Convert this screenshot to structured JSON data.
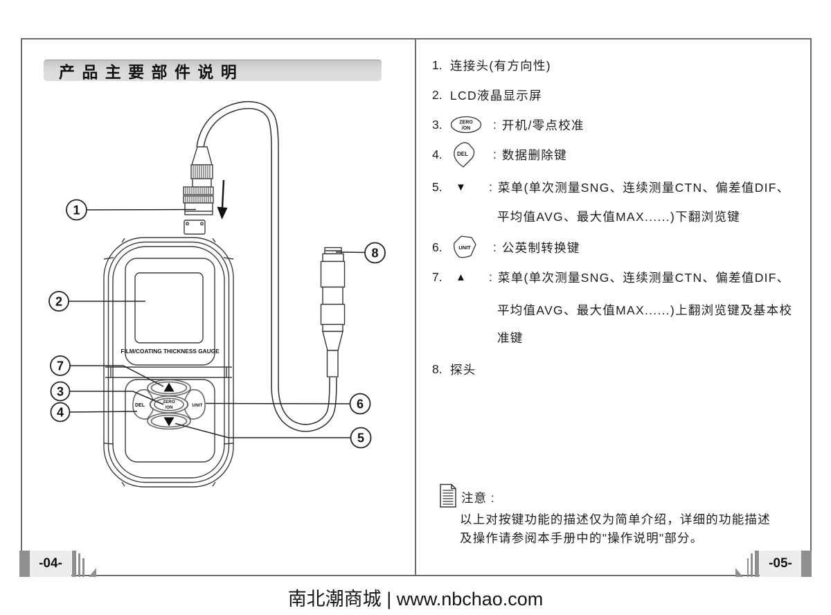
{
  "page": {
    "title": "产 品 主 要 部 件 说 明",
    "page_number_left": "-04-",
    "page_number_right": "-05-",
    "footer": "南北潮商城 | www.nbchao.com"
  },
  "device": {
    "label": "FILM/COATING THICKNESS GAUGE",
    "callouts": [
      "1",
      "2",
      "3",
      "4",
      "5",
      "6",
      "7",
      "8"
    ],
    "keys": {
      "up": "▲",
      "down": "▼",
      "del": "DEL",
      "unit": "UNIT",
      "zero_top": "ZERO",
      "zero_bottom": "/ON"
    }
  },
  "parts_list": {
    "items": [
      {
        "num": "1.",
        "text": "连接头(有方向性)"
      },
      {
        "num": "2.",
        "text": "LCD液晶显示屏"
      },
      {
        "num": "3.",
        "icon_top": "ZERO",
        "icon_bottom": "/ON",
        "colon": ":",
        "text": "开机/零点校准"
      },
      {
        "num": "4.",
        "icon": "DEL",
        "colon": ":",
        "text": "数据删除键"
      },
      {
        "num": "5.",
        "glyph": "▼",
        "colon": ":",
        "text": "菜单(单次测量SNG、连续测量CTN、偏差值DIF、",
        "text2": "平均值AVG、最大值MAX......)下翻浏览键"
      },
      {
        "num": "6.",
        "icon": "UNIT",
        "colon": ":",
        "text": "公英制转换键"
      },
      {
        "num": "7.",
        "glyph": "▲",
        "colon": ":",
        "text": "菜单(单次测量SNG、连续测量CTN、偏差值DIF、",
        "text2": "平均值AVG、最大值MAX......)上翻浏览键及基本校",
        "text3": "准键"
      },
      {
        "num": "8.",
        "text": "探头"
      }
    ]
  },
  "note": {
    "title": "注意 :",
    "line1": "以上对按键功能的描述仅为简单介绍，详细的功能描述",
    "line2": "及操作请参阅本手册中的\"操作说明\"部分。"
  },
  "colors": {
    "line": "#333333",
    "plate_dark": "#8f8f8f",
    "plate_light": "#ececec",
    "titlebar_bg": "#d8d8d8",
    "border": "#6b6b6b"
  }
}
